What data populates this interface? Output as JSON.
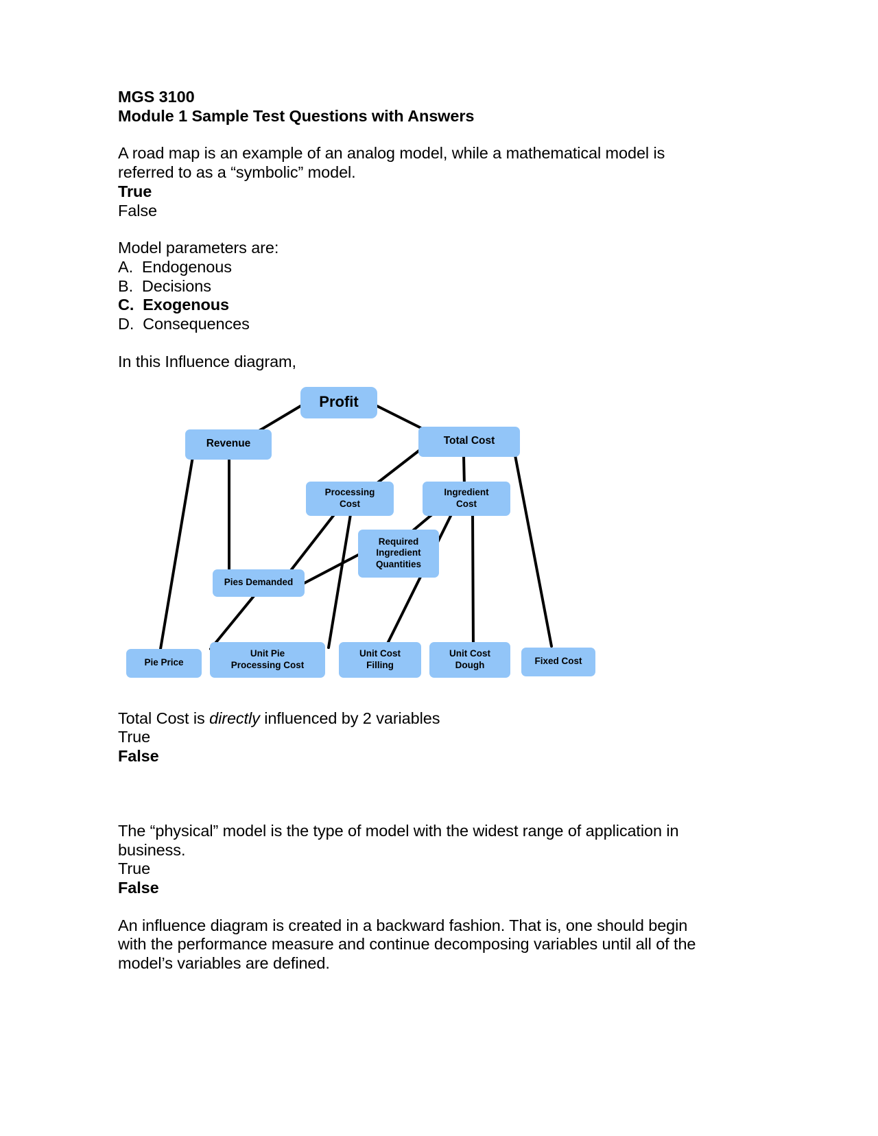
{
  "document": {
    "title_line1": "MGS 3100",
    "title_line2": "Module 1 Sample Test Questions with Answers",
    "questions": [
      {
        "prompt_line1": "A road map is an example of an analog model, while a mathematical model is",
        "prompt_line2": "referred to as a “symbolic” model.",
        "option_true": "True",
        "option_false": "False"
      },
      {
        "prompt": "Model parameters are:",
        "choices": [
          {
            "letter": "A.",
            "label": "Endogenous"
          },
          {
            "letter": "B.",
            "label": "Decisions"
          },
          {
            "letter": "C.",
            "label": "Exogenous"
          },
          {
            "letter": "D.",
            "label": "Consequences"
          }
        ]
      },
      {
        "prompt": "In this Influence diagram,"
      },
      {
        "prompt_pre": "Total Cost is ",
        "prompt_em": "directly",
        "prompt_post": " influenced by 2 variables",
        "option_true": "True",
        "option_false": "False"
      },
      {
        "prompt_line1": "The “physical” model is the type of model with the widest range of application in",
        "prompt_line2": "business.",
        "option_true": "True",
        "option_false": "False"
      },
      {
        "prompt_line1": "An influence diagram is created in a backward fashion.  That is, one should begin",
        "prompt_line2": "with the performance measure and continue decomposing variables until all of the",
        "prompt_line3": "model’s variables are defined."
      }
    ]
  },
  "influence_diagram": {
    "node_fill_color": "#92c5f8",
    "edge_color": "#000000",
    "nodes": [
      {
        "id": "profit",
        "label": "Profit"
      },
      {
        "id": "revenue",
        "label": "Revenue"
      },
      {
        "id": "total_cost",
        "label": "Total Cost"
      },
      {
        "id": "processing_cost",
        "label": "Processing\nCost"
      },
      {
        "id": "ingredient_cost",
        "label": "Ingredient\nCost"
      },
      {
        "id": "required_ingredient_quantities",
        "label": "Required\nIngredient\nQuantities"
      },
      {
        "id": "pies_demanded",
        "label": "Pies Demanded"
      },
      {
        "id": "pie_price",
        "label": "Pie Price"
      },
      {
        "id": "unit_pie_processing_cost",
        "label": "Unit Pie\nProcessing Cost"
      },
      {
        "id": "unit_cost_filling",
        "label": "Unit Cost\nFilling"
      },
      {
        "id": "unit_cost_dough",
        "label": "Unit Cost\nDough"
      },
      {
        "id": "fixed_cost",
        "label": "Fixed Cost"
      }
    ],
    "edges": [
      {
        "from": "profit",
        "to": "revenue"
      },
      {
        "from": "profit",
        "to": "total_cost"
      },
      {
        "from": "total_cost",
        "to": "processing_cost"
      },
      {
        "from": "total_cost",
        "to": "ingredient_cost"
      },
      {
        "from": "total_cost",
        "to": "fixed_cost"
      },
      {
        "from": "revenue",
        "to": "pie_price"
      },
      {
        "from": "revenue",
        "to": "pies_demanded"
      },
      {
        "from": "processing_cost",
        "to": "pies_demanded"
      },
      {
        "from": "processing_cost",
        "to": "unit_pie_processing_cost"
      },
      {
        "from": "ingredient_cost",
        "to": "required_ingredient_quantities"
      },
      {
        "from": "ingredient_cost",
        "to": "unit_cost_filling"
      },
      {
        "from": "ingredient_cost",
        "to": "unit_cost_dough"
      },
      {
        "from": "required_ingredient_quantities",
        "to": "pies_demanded"
      },
      {
        "from": "pies_demanded",
        "to": "pie_price"
      }
    ]
  }
}
